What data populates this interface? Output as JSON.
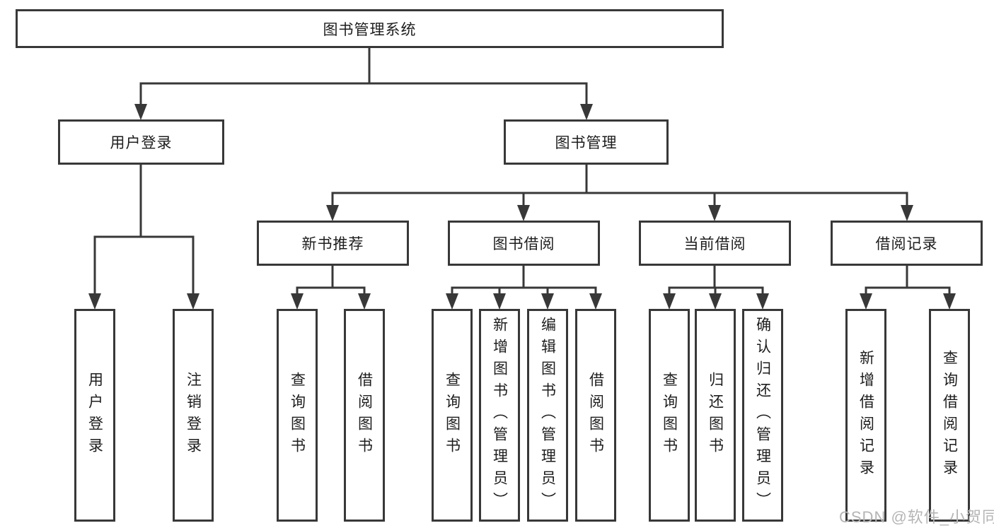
{
  "tree": {
    "label": "图书管理系统",
    "children": [
      {
        "label": "用户登录",
        "children": [
          {
            "label": "用户登录"
          },
          {
            "label": "注销登录"
          }
        ]
      },
      {
        "label": "图书管理",
        "children": [
          {
            "label": "新书推荐",
            "children": [
              {
                "label": "查询图书"
              },
              {
                "label": "借阅图书"
              }
            ]
          },
          {
            "label": "图书借阅",
            "children": [
              {
                "label": "查询图书"
              },
              {
                "label": "新增图书（管理员）"
              },
              {
                "label": "编辑图书（管理员）"
              },
              {
                "label": "借阅图书"
              }
            ]
          },
          {
            "label": "当前借阅",
            "children": [
              {
                "label": "查询图书"
              },
              {
                "label": "归还图书"
              },
              {
                "label": "确认归还（管理员）"
              }
            ]
          },
          {
            "label": "借阅记录",
            "children": [
              {
                "label": "新增借阅记录"
              },
              {
                "label": "查询借阅记录"
              }
            ]
          }
        ]
      }
    ]
  },
  "watermark": {
    "text": "CSDN @软件_小贺同学"
  },
  "colors": {
    "line": "#383838",
    "box_border": "#383838",
    "box_fill": "#ffffff",
    "text": "#1d1d1d",
    "watermark": "#b5b5b5",
    "background": "#ffffff"
  }
}
